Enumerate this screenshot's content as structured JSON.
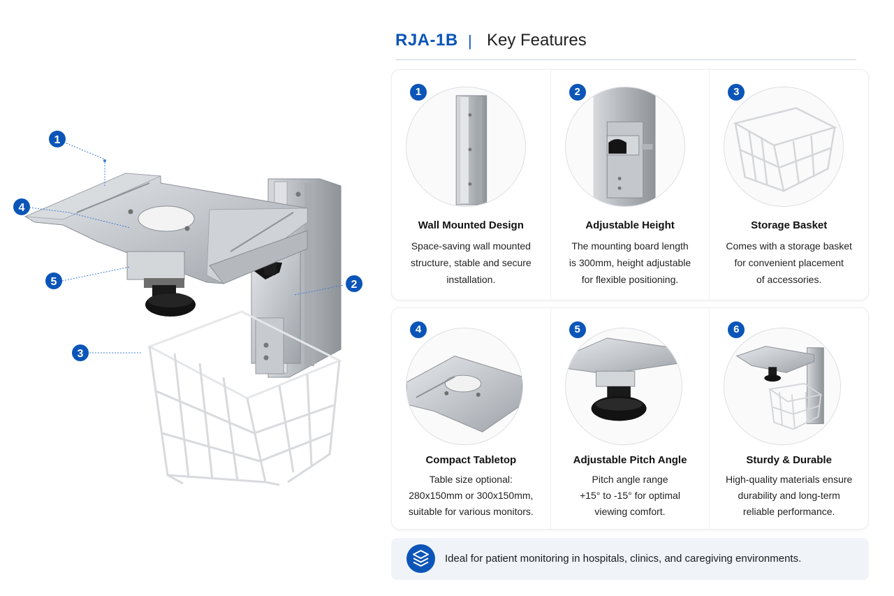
{
  "header": {
    "model": "RJA-1B",
    "separator": "|",
    "title": "Key Features"
  },
  "callouts": [
    "1",
    "2",
    "3",
    "4",
    "5"
  ],
  "features": [
    {
      "number": "1",
      "title": "Wall Mounted Design",
      "lines": [
        "Space-saving wall mounted",
        "structure, stable and secure",
        "installation."
      ],
      "icon": "wall-rail-image"
    },
    {
      "number": "2",
      "title": "Adjustable Height",
      "lines": [
        "The mounting board length",
        "is 300mm, height adjustable",
        "for flexible positioning."
      ],
      "icon": "height-clamp-image"
    },
    {
      "number": "3",
      "title": "Storage Basket",
      "lines": [
        "Comes with a storage basket",
        "for convenient placement",
        "of accessories."
      ],
      "icon": "basket-image"
    },
    {
      "number": "4",
      "title": "Compact Tabletop",
      "lines": [
        "Table size optional:",
        "280x150mm or 300x150mm,",
        "suitable for various monitors."
      ],
      "icon": "tabletop-image"
    },
    {
      "number": "5",
      "title": "Adjustable Pitch Angle",
      "lines": [
        "Pitch angle range",
        "+15° to -15° for optimal",
        "viewing comfort."
      ],
      "icon": "pitch-knob-image"
    },
    {
      "number": "6",
      "title": "Sturdy & Durable",
      "lines": [
        "High-quality materials ensure",
        "durability and long-term",
        "reliable performance."
      ],
      "icon": "full-mount-image"
    }
  ],
  "banner": {
    "icon": "layers-icon",
    "text": "Ideal for patient monitoring in hospitals, clinics, and caregiving environments."
  },
  "colors": {
    "accent": "#0b55b8",
    "banner_bg": "#f0f4f9",
    "metal": "#c9ccd1",
    "knob": "#151515"
  }
}
